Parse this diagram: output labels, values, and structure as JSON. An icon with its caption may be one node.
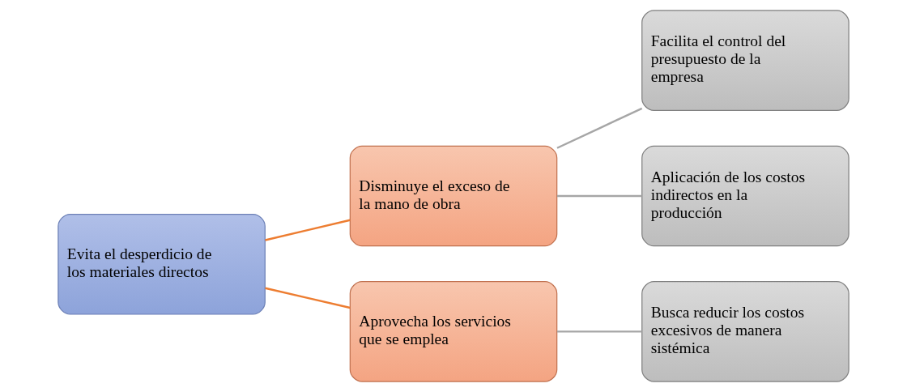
{
  "diagram": {
    "nodes": [
      {
        "text": [
          "Evita el desperdicio de los materiales directos"
        ]
      },
      {
        "text": [
          "Disminuye el exceso de la mano de obra"
        ]
      },
      {
        "text": [
          "Aprovecha los servicios que se emplea"
        ]
      },
      {
        "text": [
          "Facilita el control del presupuesto de la empresa"
        ]
      },
      {
        "text": [
          "Aplicación de los costos indirectos en la producción"
        ]
      },
      {
        "text": [
          "Busca reducir los costos excesivos de manera sistémica"
        ]
      }
    ],
    "edges": [
      {
        "from": 0,
        "to": 1,
        "arrow": "none",
        "color": "#ed7d31"
      },
      {
        "from": 0,
        "to": 2,
        "arrow": "none",
        "color": "#ed7d31"
      },
      {
        "from": 1,
        "to": 3,
        "arrow": "none"
      },
      {
        "from": 1,
        "to": 4,
        "arrow": "none"
      },
      {
        "from": 2,
        "to": 5,
        "arrow": "none"
      }
    ]
  }
}
